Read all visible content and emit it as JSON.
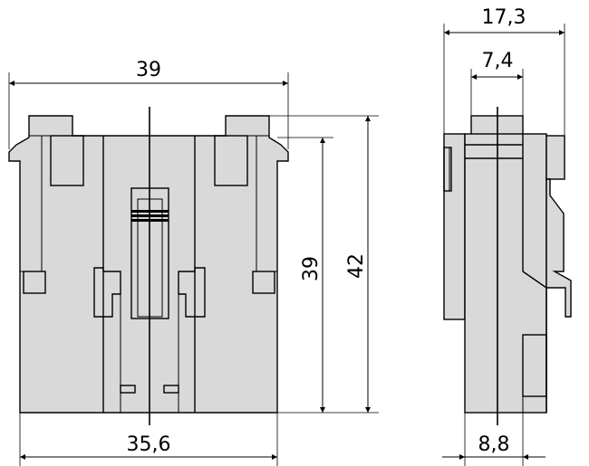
{
  "front_view": {
    "width_top": "39",
    "height_inner": "39",
    "height_total": "42",
    "width_bottom": "35,6"
  },
  "side_view": {
    "width_total": "17,3",
    "width_top": "7,4",
    "width_bottom": "8,8"
  }
}
